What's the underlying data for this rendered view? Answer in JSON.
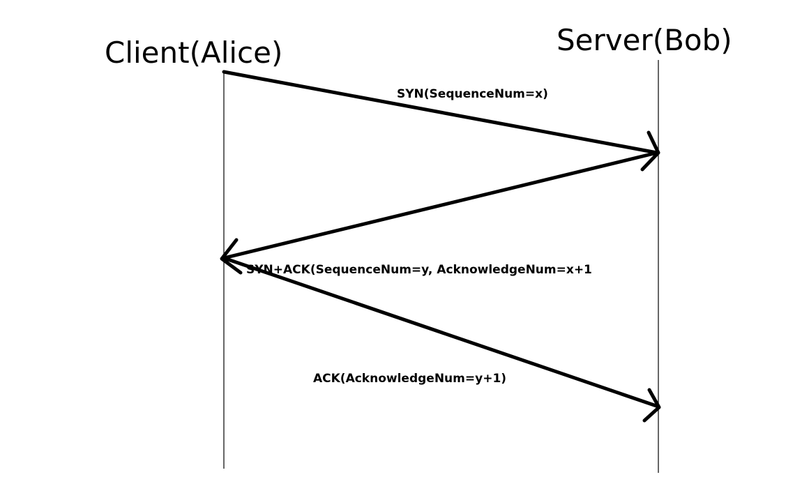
{
  "participants": {
    "client": {
      "label": "Client(Alice)"
    },
    "server": {
      "label": "Server(Bob)"
    }
  },
  "messages": [
    {
      "from": "client",
      "to": "server",
      "label": "SYN(SequenceNum=x)"
    },
    {
      "from": "server",
      "to": "client",
      "label": "SYN+ACK(SequenceNum=y, AcknowledgeNum=x+1"
    },
    {
      "from": "client",
      "to": "server",
      "label": "ACK(AcknowledgeNum=y+1)"
    }
  ],
  "colors": {
    "line": "#000000",
    "background": "#ffffff"
  }
}
